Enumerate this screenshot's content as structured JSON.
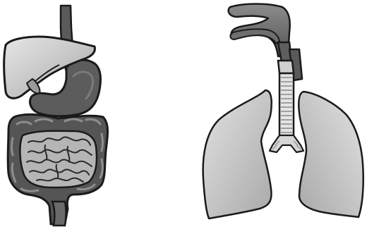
{
  "figure": {
    "panels": [
      {
        "id": "digestive-system",
        "organs": [
          "esophagus",
          "liver",
          "stomach",
          "duodenum",
          "large-intestine",
          "small-intestine",
          "rectum"
        ]
      },
      {
        "id": "respiratory-system",
        "organs": [
          "nasal-cavity",
          "pharynx",
          "larynx",
          "trachea",
          "bronchi",
          "left-lung",
          "right-lung"
        ]
      }
    ],
    "colors": {
      "outline": "#1a1a1a",
      "dark_tissue": "#5c5c5c",
      "medium_tissue": "#8a8a8a",
      "light_organ": "#c9c9c9",
      "liver_fill": "#cfcfcf",
      "lung_fill": "#c8c8c8",
      "background": "#ffffff"
    }
  }
}
